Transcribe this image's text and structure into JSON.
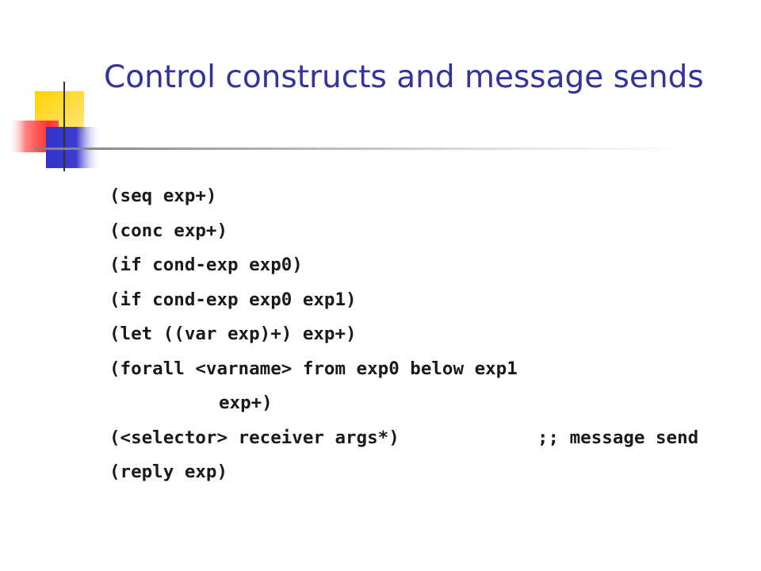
{
  "slide": {
    "title": "Control constructs and message sends",
    "accent_colors": {
      "yellow": "#ffcc00",
      "red": "#ff3333",
      "blue": "#3333cc",
      "title_text": "#333399"
    }
  },
  "code_lines": [
    "(seq exp+)",
    "(conc exp+)",
    "(if cond-exp exp0)",
    "(if cond-exp exp0 exp1)",
    "(let ((var exp)+) exp+)",
    "(forall <varname> from exp0 below exp1",
    "exp+)",
    "(<selector> receiver args*)",
    "(reply exp)"
  ],
  "comment": ";; message send"
}
